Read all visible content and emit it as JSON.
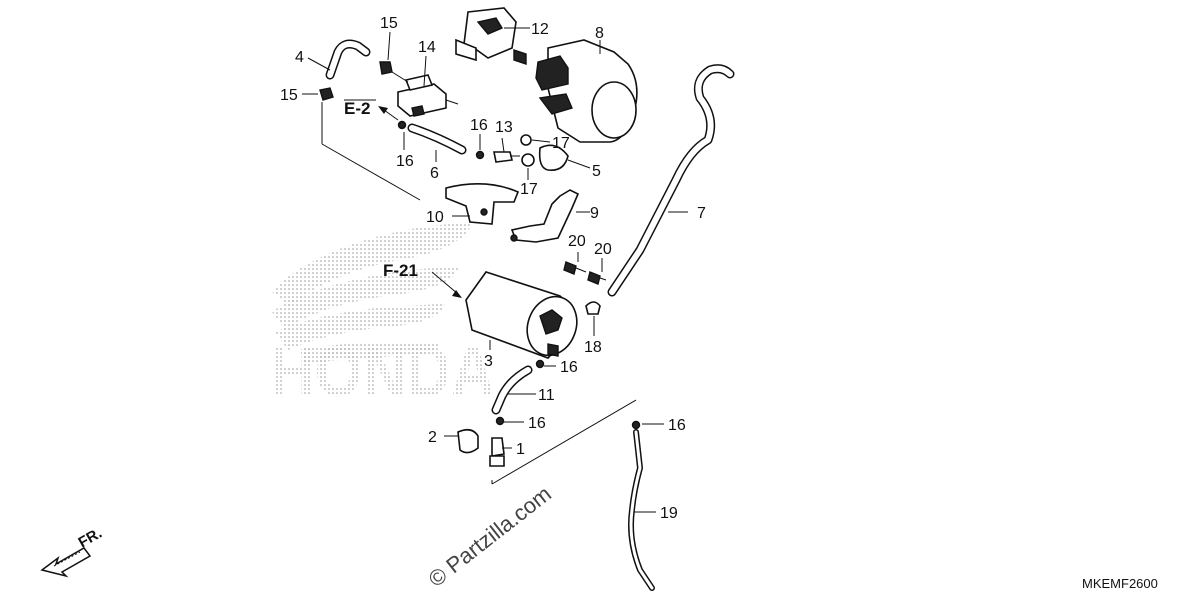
{
  "callouts": {
    "c1": "1",
    "c2": "2",
    "c3": "3",
    "c4": "4",
    "c5": "5",
    "c6": "6",
    "c7": "7",
    "c8": "8",
    "c9": "9",
    "c10": "10",
    "c11": "11",
    "c12": "12",
    "c13": "13",
    "c14": "14",
    "c15a": "15",
    "c15b": "15",
    "c16a": "16",
    "c16b": "16",
    "c16c": "16",
    "c16d": "16",
    "c16e": "16",
    "c17a": "17",
    "c17b": "17",
    "c18": "18",
    "c19": "19",
    "c20a": "20",
    "c20b": "20"
  },
  "refs": {
    "e2": "E-2",
    "f21": "F-21"
  },
  "front_label": "FR.",
  "diagram_code": "MKEMF2600",
  "watermark": "© Partzilla.com",
  "brand_background": "HONDA"
}
